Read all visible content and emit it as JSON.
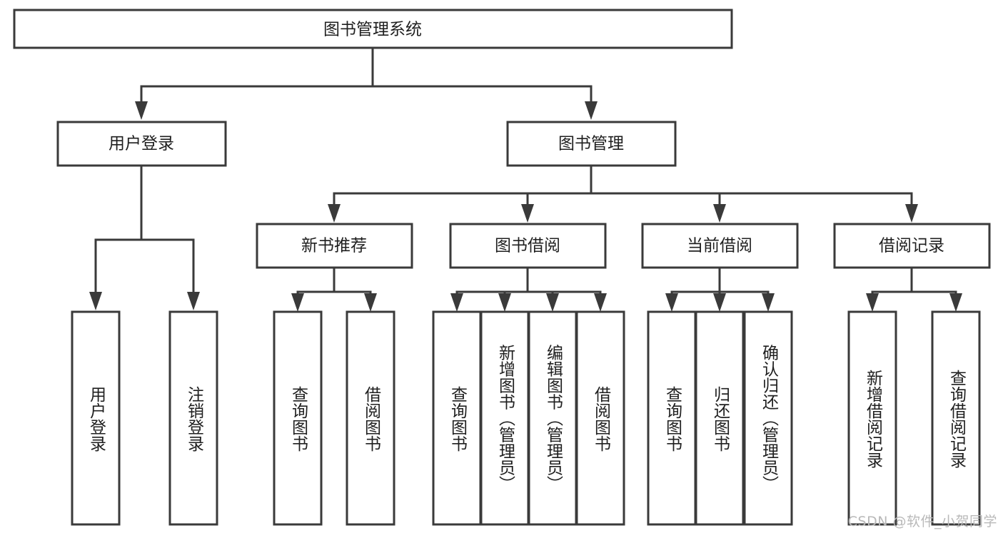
{
  "diagram": {
    "title": "图书管理系统",
    "type": "tree",
    "watermark": "CSDN @软件_小贺同学",
    "colors": {
      "box_stroke": "#3a3a3a",
      "box_fill": "#ffffff",
      "text": "#1f1f1f",
      "watermark": "#b9b9b9",
      "background": "#ffffff"
    },
    "root": {
      "id": "root",
      "label": "图书管理系统"
    },
    "level2": [
      {
        "id": "user-login",
        "label": "用户登录"
      },
      {
        "id": "book-manage",
        "label": "图书管理"
      }
    ],
    "level3": [
      {
        "id": "new-book-rec",
        "label": "新书推荐",
        "parent": "book-manage"
      },
      {
        "id": "book-borrow",
        "label": "图书借阅",
        "parent": "book-manage"
      },
      {
        "id": "current-borrow",
        "label": "当前借阅",
        "parent": "book-manage"
      },
      {
        "id": "borrow-record",
        "label": "借阅记录",
        "parent": "book-manage"
      }
    ],
    "leaves": [
      {
        "id": "leaf-user-login",
        "label": "用户登录",
        "parent": "user-login"
      },
      {
        "id": "leaf-logout",
        "label": "注销登录",
        "parent": "user-login"
      },
      {
        "id": "leaf-query-book-1",
        "label": "查询图书",
        "parent": "new-book-rec"
      },
      {
        "id": "leaf-borrow-book-1",
        "label": "借阅图书",
        "parent": "new-book-rec"
      },
      {
        "id": "leaf-query-book-2",
        "label": "查询图书",
        "parent": "book-borrow"
      },
      {
        "id": "leaf-add-book",
        "label": "新增图书（管理员）",
        "parent": "book-borrow"
      },
      {
        "id": "leaf-edit-book",
        "label": "编辑图书（管理员）",
        "parent": "book-borrow"
      },
      {
        "id": "leaf-borrow-book-2",
        "label": "借阅图书",
        "parent": "book-borrow"
      },
      {
        "id": "leaf-query-book-3",
        "label": "查询图书",
        "parent": "current-borrow"
      },
      {
        "id": "leaf-return-book",
        "label": "归还图书",
        "parent": "current-borrow"
      },
      {
        "id": "leaf-confirm-return",
        "label": "确认归还（管理员）",
        "parent": "current-borrow"
      },
      {
        "id": "leaf-add-record",
        "label": "新增借阅记录",
        "parent": "borrow-record"
      },
      {
        "id": "leaf-query-record",
        "label": "查询借阅记录",
        "parent": "borrow-record"
      }
    ]
  }
}
